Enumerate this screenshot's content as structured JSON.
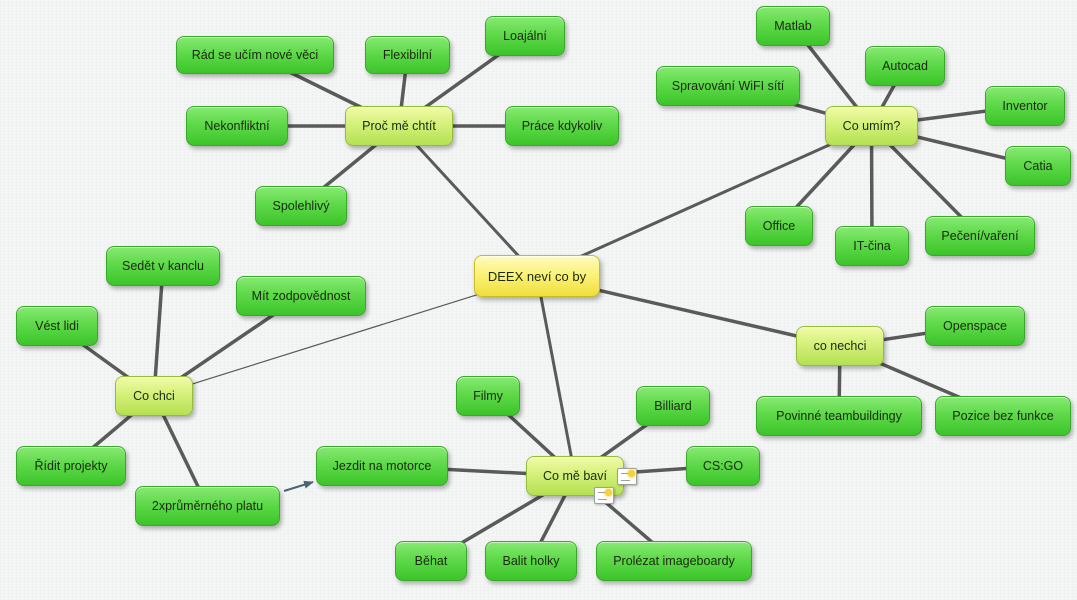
{
  "central": "DEEX neví co by",
  "branches": {
    "proc": {
      "label": "Proč mě chtít",
      "items": [
        "Rád se učím nové věci",
        "Flexibilní",
        "Loajální",
        "Nekonfliktní",
        "Práce kdykoliv",
        "Spolehlivý"
      ]
    },
    "umim": {
      "label": "Co umím?",
      "items": [
        "Matlab",
        "Autocad",
        "Spravování WiFI sítí",
        "Inventor",
        "Catia",
        "Office",
        "IT-čina",
        "Pečení/vaření"
      ]
    },
    "chci": {
      "label": "Co chci",
      "items": [
        "Sedět v kanclu",
        "Mít zodpovědnost",
        "Vést lidi",
        "Řídit projekty",
        "2xprůměrného platu"
      ]
    },
    "nechci": {
      "label": "co nechci",
      "items": [
        "Openspace",
        "Povinné teambuildingy",
        "Pozice bez funkce"
      ]
    },
    "bavi": {
      "label": "Co mě baví",
      "items": [
        "Filmy",
        "Billiard",
        "CS:GO",
        "Jezdit na motorce",
        "Běhat",
        "Balit holky",
        "Prolézat imageboardy"
      ]
    }
  },
  "relationship": {
    "from": "2xprůměrného platu",
    "to": "Jezdit na motorce"
  },
  "colors": {
    "central": "#f6e95a",
    "branch": "#cdeb6e",
    "leaf": "#56d343",
    "connector": "#5a5a5a",
    "arrow": "#4e6470"
  }
}
